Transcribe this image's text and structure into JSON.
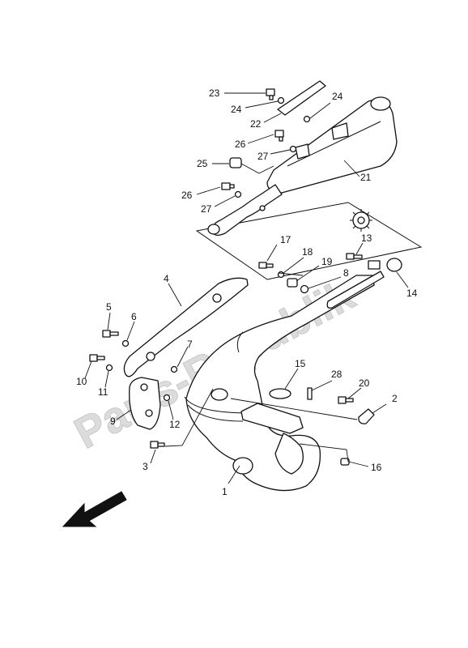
{
  "watermark": "Parts-Republik",
  "callouts": {
    "n1": "1",
    "n2": "2",
    "n3": "3",
    "n4": "4",
    "n5": "5",
    "n6": "6",
    "n7": "7",
    "n8": "8",
    "n9": "9",
    "n10": "10",
    "n11": "11",
    "n12": "12",
    "n13": "13",
    "n14": "14",
    "n15": "15",
    "n16": "16",
    "n17": "17",
    "n18": "18",
    "n19": "19",
    "n20": "20",
    "n21": "21",
    "n22": "22",
    "n23": "23",
    "n24a": "24",
    "n24b": "24",
    "n25": "25",
    "n26a": "26",
    "n26b": "26",
    "n27a": "27",
    "n27b": "27",
    "n28": "28"
  },
  "icons": {
    "gear": "gear-icon",
    "arrow": "direction-arrow-icon"
  }
}
